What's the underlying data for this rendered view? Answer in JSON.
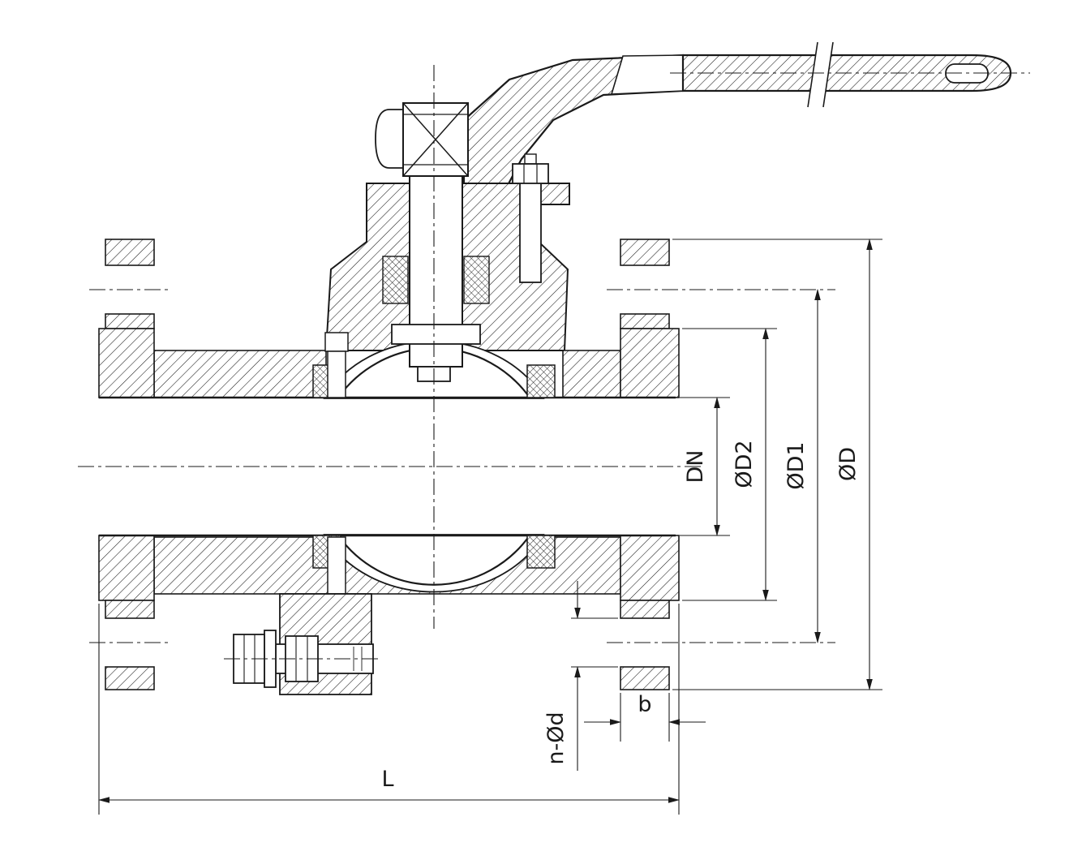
{
  "drawing": {
    "dim_labels": {
      "dn": "DN",
      "d2": "ØD2",
      "d1": "ØD1",
      "d": "ØD",
      "b": "b",
      "n_d": "n-Ød",
      "l": "L"
    },
    "colors": {
      "line": "#1a1a1a",
      "background": "#ffffff"
    }
  }
}
